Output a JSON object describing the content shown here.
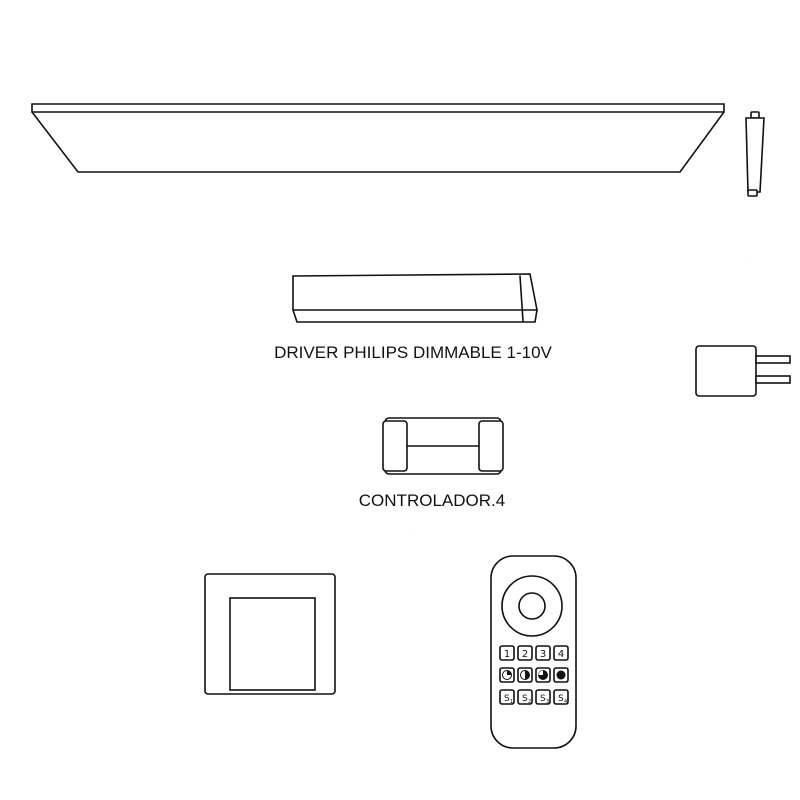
{
  "labels": {
    "driver": "DRIVER PHILIPS DIMMABLE 1-10V",
    "controller": "CONTROLADOR.4"
  },
  "remote": {
    "zones": [
      "1",
      "2",
      "3",
      "4"
    ],
    "scenes": [
      {
        "main": "S",
        "sub": "1"
      },
      {
        "main": "S",
        "sub": "2"
      },
      {
        "main": "S",
        "sub": "3"
      },
      {
        "main": "S",
        "sub": "4"
      }
    ]
  },
  "colors": {
    "line": "#111111",
    "background": "#ffffff"
  }
}
